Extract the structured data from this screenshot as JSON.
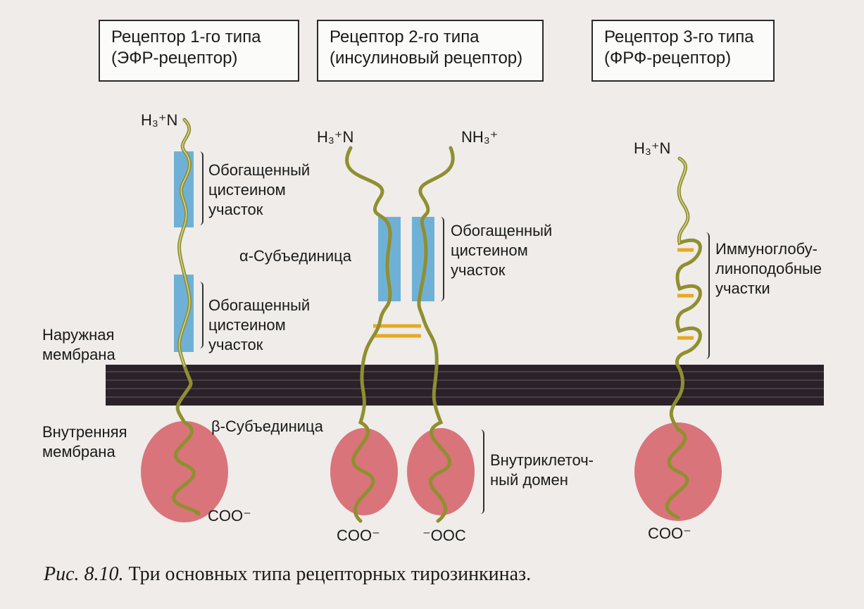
{
  "receptors": [
    {
      "title": "Рецептор 1-го типа\n(ЭФР-рецептор)"
    },
    {
      "title": "Рецептор 2-го типа\n(инсулиновый рецептор)"
    },
    {
      "title": "Рецептор 3-го типа\n(ФРФ-рецептор)"
    }
  ],
  "labels": {
    "cys_rich_1": "Обогащенный\nцистеином\nучасток",
    "cys_rich_2": "Обогащенный\nцистеином\nучасток",
    "cys_rich_3": "Обогащенный\nцистеином\nучасток",
    "alpha_subunit": "α-Субъединица",
    "beta_subunit": "β-Субъединица",
    "outer_membrane": "Наружная\nмембрана",
    "inner_membrane": "Внутренняя\nмембрана",
    "ig_like": "Иммуноглобу-\nлиноподобные\nучастки",
    "intracellular_domain": "Внутриклеточ-\nный домен"
  },
  "termini": {
    "n1": "H₃⁺N",
    "n2a": "H₃⁺N",
    "n2b": "NH₃⁺",
    "n3": "H₃⁺N",
    "c1": "COO⁻",
    "c2a": "COO⁻",
    "c2b": "⁻OOC",
    "c3": "COO⁻"
  },
  "caption": {
    "number": "Рис. 8.10.",
    "text": " Три основных типа рецепторных тирозинкиназ."
  },
  "colors": {
    "membrane": "#2b2129",
    "cys_region": "#6fb1d6",
    "kinase_domain": "#d9747a",
    "chain": "#8f8f30",
    "disulfide": "#e8a820"
  }
}
